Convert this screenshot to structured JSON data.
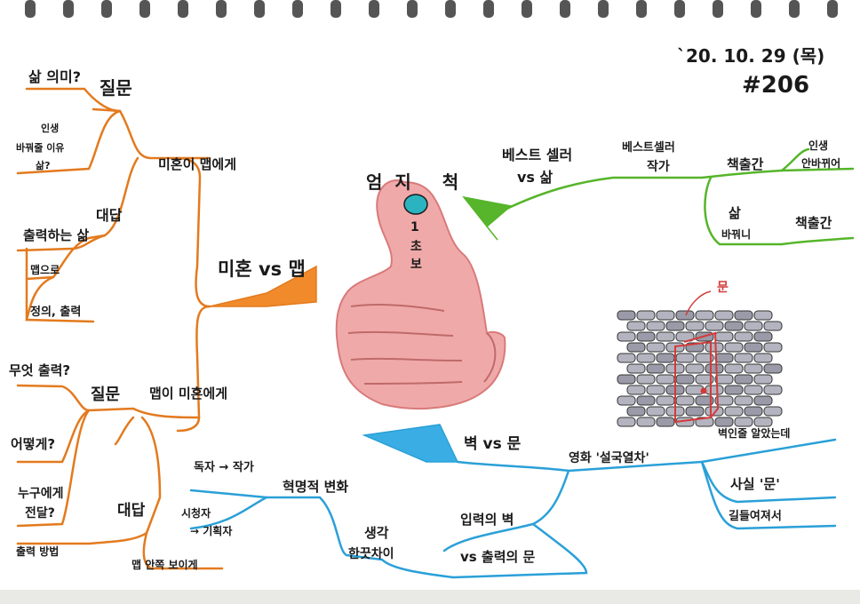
{
  "header": {
    "date": "`20. 10. 29 (목)",
    "number": "#206"
  },
  "center": {
    "label": "엄지 척",
    "badge_top": "1",
    "badge_mid": "초",
    "badge_bottom": "보"
  },
  "branch_marriage": {
    "main": "미혼 vs 맵",
    "sub_top": "미혼이 맵에게",
    "question": "질문",
    "q1": "삶 의미?",
    "q2_line1": "인생",
    "q2_line2": "바꿔줄 이유",
    "q2_line3": "삶?",
    "answer": "대답",
    "a1": "출력하는 삶",
    "a2": "맵으로",
    "a3": "정의, 출력"
  },
  "branch_map": {
    "main": "맵이 미혼에게",
    "question": "질문",
    "q1": "무엇 출력?",
    "q2": "어떻게?",
    "q3_line1": "누구에게",
    "q3_line2": "전달?",
    "answer": "대답",
    "a1": "출력 방법",
    "a2": "맵 안쪽 보이게"
  },
  "branch_bestseller": {
    "main_line1": "베스트 셀러",
    "main_line2": "vs 삶",
    "author_line1": "베스트셀러",
    "author_line2": "작가",
    "publish1": "책출간",
    "life_line1": "인생",
    "life_line2": "안바뀌어",
    "life2_line1": "삶",
    "life2_line2": "바꿔니",
    "publish2": "책출간"
  },
  "branch_wall": {
    "main": "벽 vs 문",
    "door_tag": "문",
    "movie": "영화 '설국열차'",
    "wall_note": "벽인줄 알았는데",
    "fact": "사실 '문'",
    "hidden": "길들여져서",
    "input_output_line1": "입력의 벽",
    "input_output_line2": "vs 출력의 문",
    "think_line1": "생각",
    "think_line2": "한끗차이",
    "change": "혁명적 변화",
    "reader": "독자 → 작가",
    "viewer_line1": "시청자",
    "viewer_line2": "→ 기획자"
  },
  "colors": {
    "orange": "#e37a1e",
    "green": "#56b52a",
    "blue": "#2aa0d8",
    "pink": "#e89a9a",
    "teal": "#2bb3c0",
    "door": "#d43a3a",
    "ink": "#1a1a1a"
  },
  "icons": [
    "spiral-binding-icon",
    "thumbs-up-icon",
    "brick-wall-icon",
    "door-icon"
  ]
}
